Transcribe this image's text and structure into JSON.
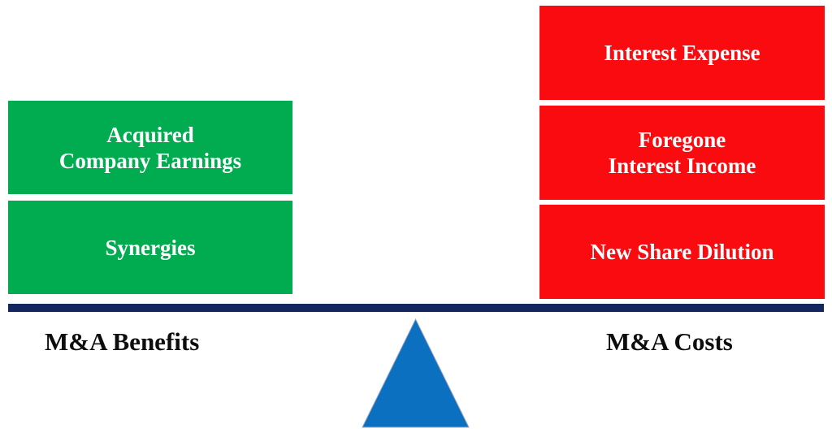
{
  "palette": {
    "green": "#00AC4F",
    "red": "#F90B0F",
    "navy": "#13265E",
    "fulcrum_blue": "#0B70C0",
    "box_text": "#FFFFFF",
    "label_text": "#0D0D0D"
  },
  "benefits": {
    "label": "M&A Benefits",
    "boxes": [
      {
        "text": "Acquired\nCompany Earnings"
      },
      {
        "text": "Synergies"
      }
    ]
  },
  "costs": {
    "label": "M&A Costs",
    "boxes": [
      {
        "text": "Interest Expense"
      },
      {
        "text": "Foregone\nInterest Income"
      },
      {
        "text": "New Share Dilution"
      }
    ]
  },
  "icons": {
    "fulcrum": "triangle-up"
  }
}
